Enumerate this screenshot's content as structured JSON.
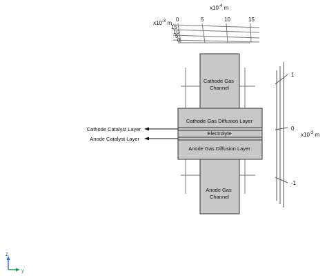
{
  "top_axis": {
    "unit_label": "x10",
    "unit_exponent": "-4",
    "unit_suffix": " m",
    "ticks": [
      "0",
      "5",
      "10",
      "15"
    ]
  },
  "left_top_axis": {
    "unit_label": "x10",
    "unit_exponent": "-3",
    "unit_suffix": " m",
    "ticks": [
      "15",
      "10",
      "5",
      "0"
    ]
  },
  "right_axis": {
    "unit_label": "x10",
    "unit_exponent": "-3",
    "unit_suffix": " m",
    "ticks": [
      "1",
      "0",
      "-1"
    ]
  },
  "domains": {
    "cathode_gas_channel": [
      "Cathode Gas",
      "Channel"
    ],
    "cathode_gdl": "Cathode Gas Diffusion Layer",
    "electrolyte": "Electrolyte",
    "anode_gdl": "Anode Gas Diffusion Layer",
    "anode_gas_channel": [
      "Anode Gas",
      "Channel"
    ]
  },
  "callouts": {
    "cathode_catalyst": "Cathode Catalyst Layer",
    "anode_catalyst": "Anode Catalyst Layer"
  },
  "triad": {
    "z": "z",
    "y": "y",
    "z_color": "#2e6fd8",
    "y_color": "#1a9e4b"
  }
}
